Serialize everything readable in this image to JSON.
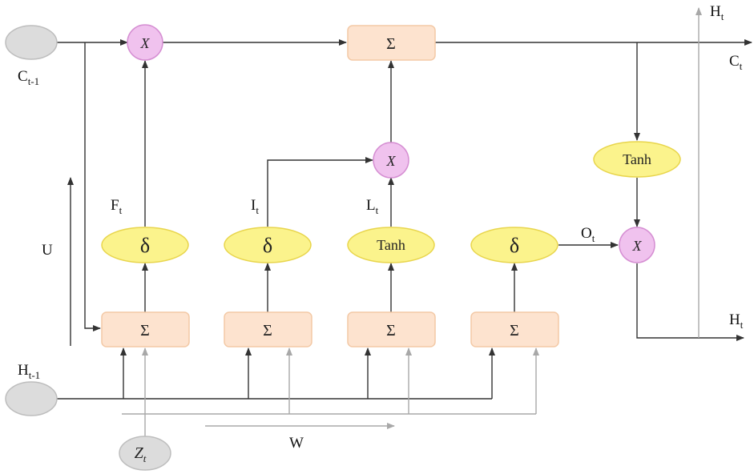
{
  "states": {
    "c_prev": "",
    "h_prev": "",
    "z_input": "Z"
  },
  "labels": {
    "c_prev": "C",
    "c_prev_sub": "t-1",
    "h_prev": "H",
    "h_prev_sub": "t-1",
    "c_out": "C",
    "c_out_sub": "t",
    "h_top": "H",
    "h_top_sub": "t",
    "h_out": "H",
    "h_out_sub": "t",
    "forget": "F",
    "forget_sub": "t",
    "input": "I",
    "input_sub": "t",
    "candidate": "L",
    "candidate_sub": "t",
    "output": "O",
    "output_sub": "t",
    "u": "U",
    "w": "W",
    "z_sub": "t"
  },
  "nodes": {
    "sum": "Σ",
    "sigma": "δ",
    "tanh": "Tanh",
    "multiply": "X"
  },
  "colors": {
    "sum_fill": "#fde3cf",
    "sigma_fill": "#fbf38c",
    "multiply_fill": "#f0c2ee",
    "state_fill": "#dcdcdc",
    "dark_line": "#333333",
    "gray_line": "#a8a8a8"
  }
}
